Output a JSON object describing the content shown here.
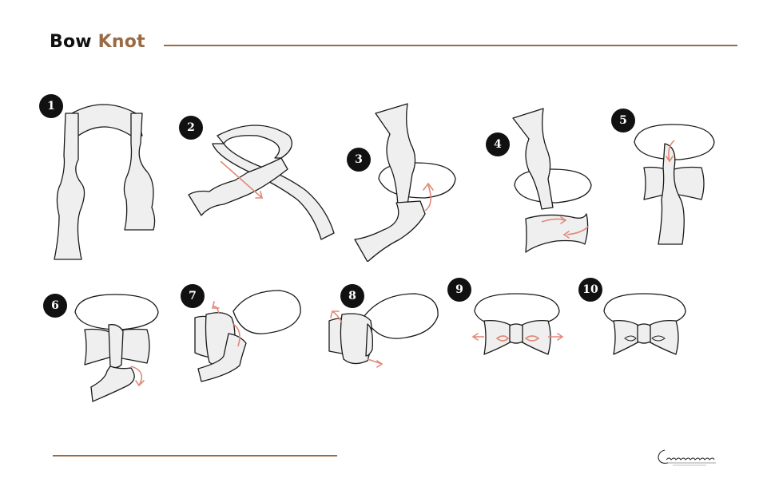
{
  "header": {
    "title_word1": "Bow",
    "title_word2": "Knot"
  },
  "steps": [
    {
      "number": "1"
    },
    {
      "number": "2"
    },
    {
      "number": "3"
    },
    {
      "number": "4"
    },
    {
      "number": "5"
    },
    {
      "number": "6"
    },
    {
      "number": "7"
    },
    {
      "number": "8"
    },
    {
      "number": "9"
    },
    {
      "number": "10"
    }
  ],
  "brand": {
    "logo_text": "Couturegaze",
    "logo_tagline": ""
  },
  "colors": {
    "accent": "#9a6a45",
    "arrow": "#e08a78",
    "badge": "#111111",
    "tie_fill": "#efefef"
  }
}
